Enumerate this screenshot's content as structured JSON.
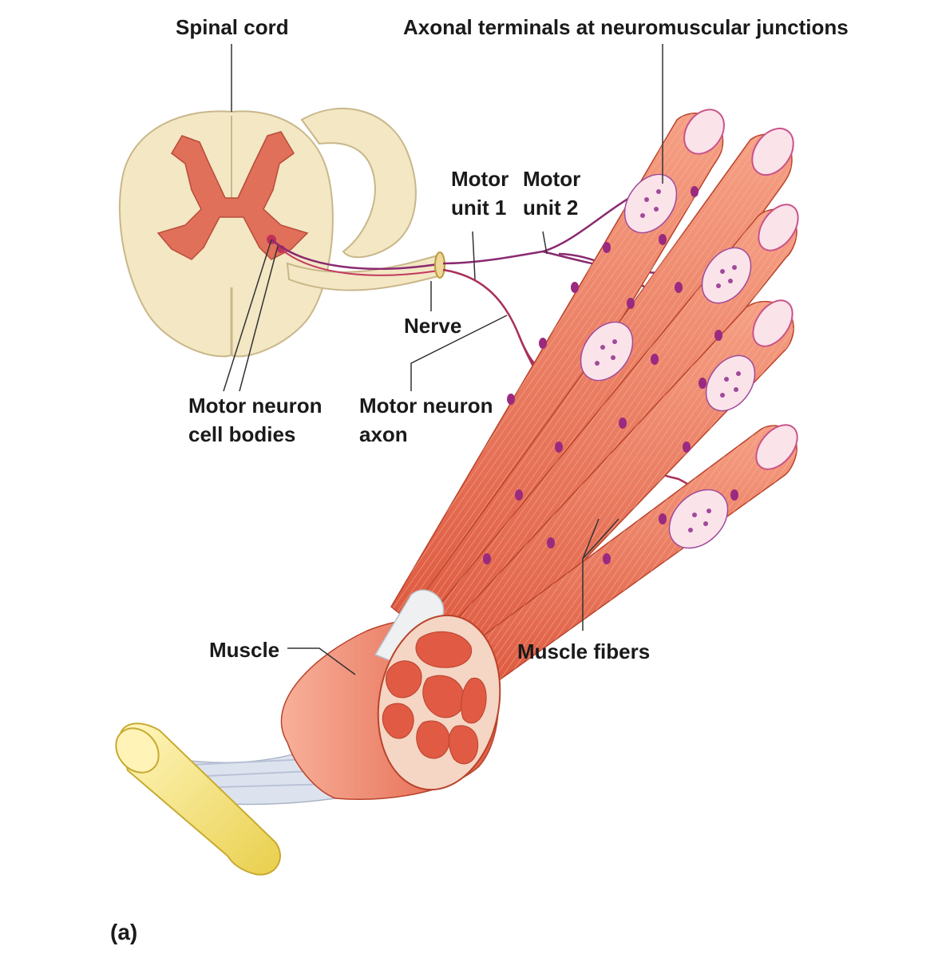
{
  "labels": {
    "spinal_cord": "Spinal cord",
    "axonal_terminals": "Axonal terminals at neuromuscular junctions",
    "motor_unit_1": [
      "Motor",
      "unit 1"
    ],
    "motor_unit_2": [
      "Motor",
      "unit 2"
    ],
    "nerve": "Nerve",
    "motor_neuron_cell_bodies": [
      "Motor neuron",
      "cell bodies"
    ],
    "motor_neuron_axon": [
      "Motor neuron",
      "axon"
    ],
    "muscle": "Muscle",
    "muscle_fibers": "Muscle fibers",
    "panel": "(a)"
  },
  "colors": {
    "spinal_white_matter": "#f3e7c4",
    "gray_matter": "#e0705a",
    "muscle": "#e5634a",
    "muscle_light": "#f39a80",
    "axon": "#8a2a70",
    "terminal": "#a04a9a",
    "tendon": "#d7dde8",
    "bone": "#f4e37a"
  }
}
